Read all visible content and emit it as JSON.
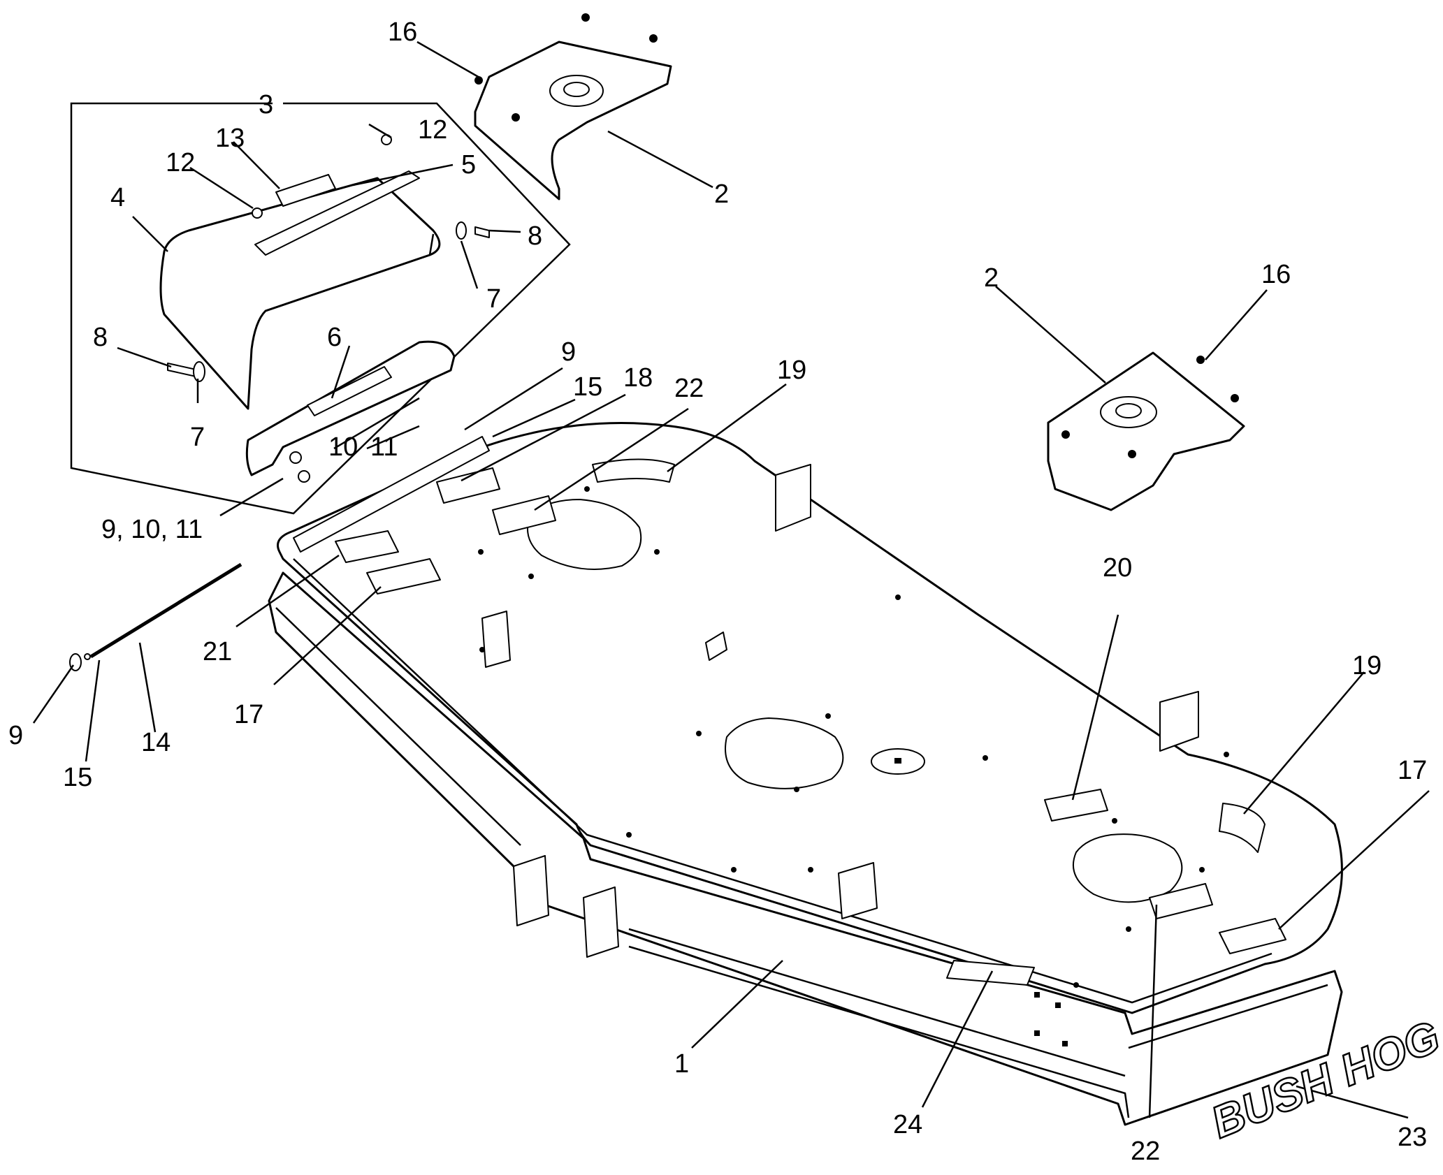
{
  "brand": {
    "text": "BUSH HOG"
  },
  "callouts": [
    {
      "id": "c16a",
      "text": "16"
    },
    {
      "id": "c3",
      "text": "3"
    },
    {
      "id": "c12a",
      "text": "12"
    },
    {
      "id": "c13",
      "text": "13"
    },
    {
      "id": "c12b",
      "text": "12"
    },
    {
      "id": "c5",
      "text": "5"
    },
    {
      "id": "c2a",
      "text": "2"
    },
    {
      "id": "c4",
      "text": "4"
    },
    {
      "id": "c8a",
      "text": "8"
    },
    {
      "id": "c7a",
      "text": "7"
    },
    {
      "id": "c6",
      "text": "6"
    },
    {
      "id": "c8b",
      "text": "8"
    },
    {
      "id": "c7b",
      "text": "7"
    },
    {
      "id": "c9a",
      "text": "9"
    },
    {
      "id": "c15a",
      "text": "15"
    },
    {
      "id": "c18",
      "text": "18"
    },
    {
      "id": "c22a",
      "text": "22"
    },
    {
      "id": "c19a",
      "text": "19"
    },
    {
      "id": "c10",
      "text": "10"
    },
    {
      "id": "c11",
      "text": "11"
    },
    {
      "id": "c91011",
      "text": "9, 10, 11"
    },
    {
      "id": "c2b",
      "text": "2"
    },
    {
      "id": "c16b",
      "text": "16"
    },
    {
      "id": "c20",
      "text": "20"
    },
    {
      "id": "c19b",
      "text": "19"
    },
    {
      "id": "c17a",
      "text": "17"
    },
    {
      "id": "c21",
      "text": "21"
    },
    {
      "id": "c17b",
      "text": "17"
    },
    {
      "id": "c9b",
      "text": "9"
    },
    {
      "id": "c15b",
      "text": "15"
    },
    {
      "id": "c14",
      "text": "14"
    },
    {
      "id": "c1",
      "text": "1"
    },
    {
      "id": "c24",
      "text": "24"
    },
    {
      "id": "c22b",
      "text": "22"
    },
    {
      "id": "c23",
      "text": "23"
    }
  ]
}
